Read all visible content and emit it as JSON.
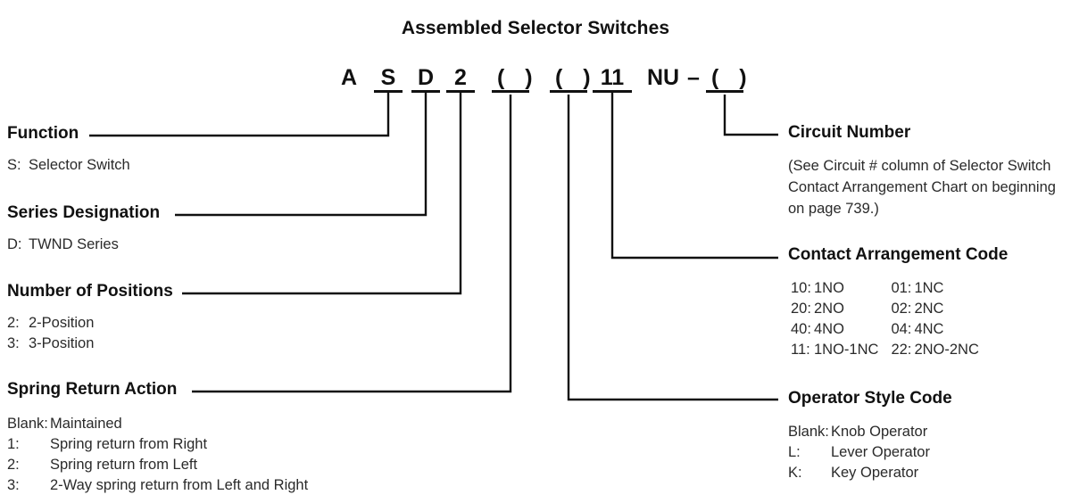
{
  "title": "Assembled Selector Switches",
  "part_number": {
    "segments": [
      {
        "text": "A",
        "underlined": false,
        "leader": false
      },
      {
        "text": "S",
        "underlined": true,
        "leader": true
      },
      {
        "text": "D",
        "underlined": true,
        "leader": true
      },
      {
        "text": "2",
        "underlined": true,
        "leader": true
      },
      {
        "text": "( )",
        "underlined": true,
        "leader": true
      },
      {
        "text": "( )",
        "underlined": true,
        "leader": true
      },
      {
        "text": "11",
        "underlined": true,
        "leader": true
      },
      {
        "text": "NU",
        "underlined": false,
        "leader": false
      },
      {
        "text": "–",
        "underlined": false,
        "leader": false
      },
      {
        "text": "( )",
        "underlined": true,
        "leader": true
      }
    ]
  },
  "left_blocks": [
    {
      "heading": "Function",
      "options": [
        {
          "key": "S:",
          "value": "Selector Switch"
        }
      ]
    },
    {
      "heading": "Series Designation",
      "options": [
        {
          "key": "D:",
          "value": "TWND Series"
        }
      ]
    },
    {
      "heading": "Number of Positions",
      "options": [
        {
          "key": "2:",
          "value": "2-Position"
        },
        {
          "key": "3:",
          "value": "3-Position"
        }
      ]
    },
    {
      "heading": "Spring Return Action",
      "options": [
        {
          "key": "Blank:",
          "value": "Maintained"
        },
        {
          "key": "1:",
          "value": "Spring return from Right"
        },
        {
          "key": "2:",
          "value": "Spring return from Left"
        },
        {
          "key": "3:",
          "value": "2-Way spring return from Left and Right"
        }
      ]
    }
  ],
  "right_blocks": [
    {
      "heading": "Circuit Number",
      "note": "(See Circuit # column of Selector Switch Contact Arrangement Chart on beginning on page 739.)"
    },
    {
      "heading": "Contact Arrangement Code",
      "table": [
        {
          "left_key": "10:",
          "left_val": "1NO",
          "right_key": "01:",
          "right_val": "1NC"
        },
        {
          "left_key": "20:",
          "left_val": "2NO",
          "right_key": "02:",
          "right_val": "2NC"
        },
        {
          "left_key": "40:",
          "left_val": "4NO",
          "right_key": "04:",
          "right_val": "4NC"
        },
        {
          "left_key": "11:",
          "left_val": "1NO-1NC",
          "right_key": "22:",
          "right_val": "2NO-2NC"
        }
      ]
    },
    {
      "heading": "Operator Style Code",
      "options": [
        {
          "key": "Blank:",
          "value": "Knob Operator"
        },
        {
          "key": "L:",
          "value": "Lever Operator"
        },
        {
          "key": "K:",
          "value": "Key Operator"
        }
      ]
    }
  ],
  "colors": {
    "line": "#111111",
    "text": "#1a1a1a",
    "background": "#ffffff"
  }
}
